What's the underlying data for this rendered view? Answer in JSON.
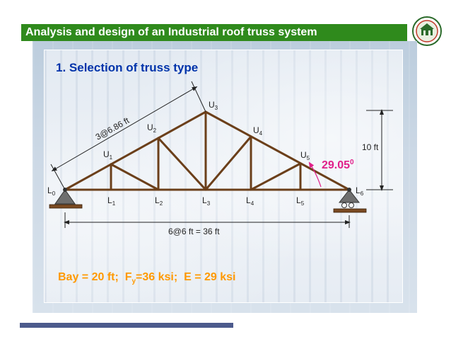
{
  "header": {
    "title": "Analysis and design of an Industrial roof truss system"
  },
  "logo": {
    "icon": "university-seal-icon"
  },
  "heading": "1. Selection of truss type",
  "truss": {
    "top_nodes": [
      {
        "letter": "U",
        "sub": "1"
      },
      {
        "letter": "U",
        "sub": "2"
      },
      {
        "letter": "U",
        "sub": "3"
      },
      {
        "letter": "U",
        "sub": "4"
      },
      {
        "letter": "U",
        "sub": "5"
      }
    ],
    "bottom_nodes": [
      {
        "letter": "L",
        "sub": "0"
      },
      {
        "letter": "L",
        "sub": "1"
      },
      {
        "letter": "L",
        "sub": "2"
      },
      {
        "letter": "L",
        "sub": "3"
      },
      {
        "letter": "L",
        "sub": "4"
      },
      {
        "letter": "L",
        "sub": "5"
      },
      {
        "letter": "L",
        "sub": "6"
      }
    ],
    "rafter_dim": "3@6.86 ft",
    "span_dim": "6@6 ft = 36 ft",
    "height_dim": "10 ft",
    "angle": "29.05",
    "angle_sup": "0",
    "colors": {
      "members": "#6b3f1a",
      "angle": "#e0208a",
      "dims": "#222222"
    }
  },
  "info": {
    "bay": "Bay = 20 ft;",
    "fy_label": "F",
    "fy_sub": "y",
    "fy_value": "=36 ksi;",
    "e_value": "E = 29 ksi",
    "color": "#ff9900"
  },
  "theme": {
    "title_bg": "#2f8a1c",
    "heading_color": "#0033aa",
    "footer_bar": "#4c5a8c"
  }
}
